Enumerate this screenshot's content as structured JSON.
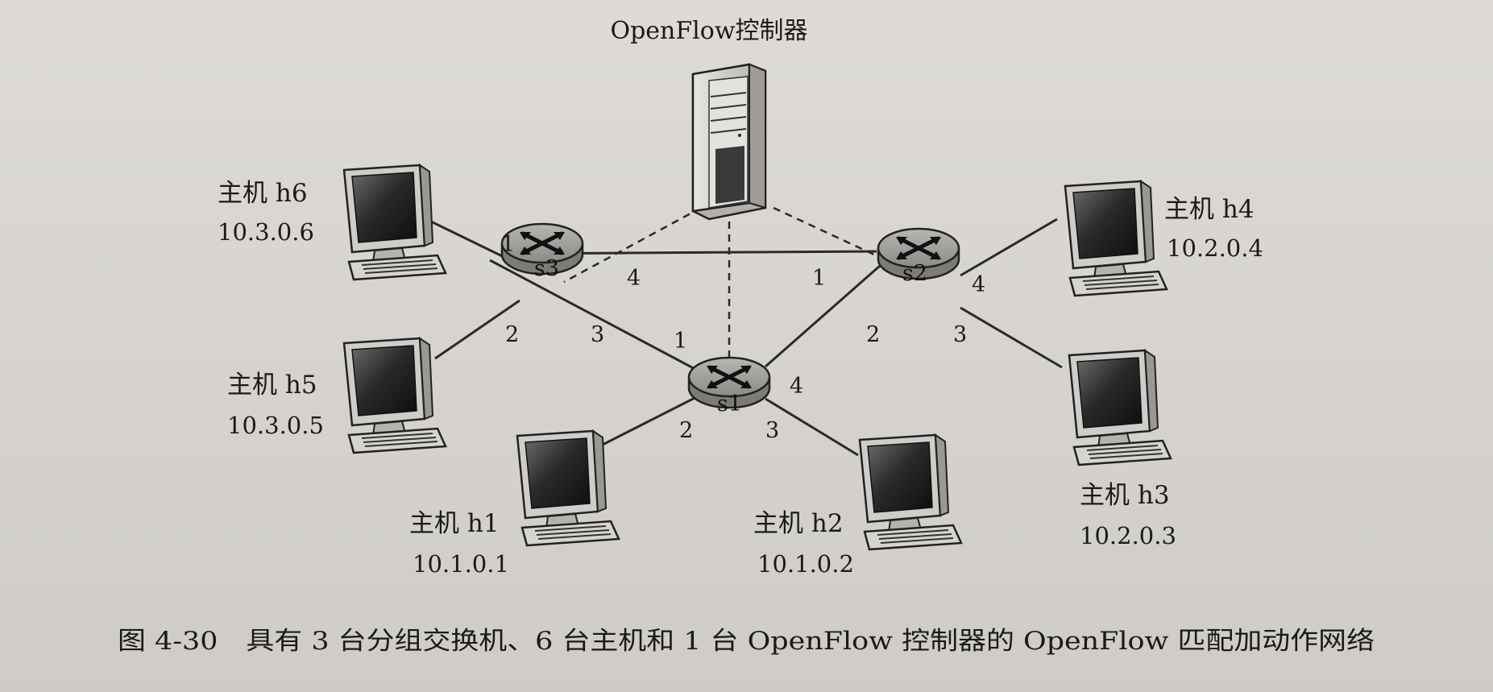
{
  "controller": {
    "label": "OpenFlow控制器"
  },
  "switches": [
    {
      "id": "s1",
      "label": "s1",
      "ports": [
        "1",
        "2",
        "3",
        "4"
      ]
    },
    {
      "id": "s2",
      "label": "s2",
      "ports": [
        "1",
        "2",
        "3",
        "4"
      ]
    },
    {
      "id": "s3",
      "label": "s3",
      "ports": [
        "1",
        "2",
        "3",
        "4"
      ]
    }
  ],
  "hosts": [
    {
      "id": "h1",
      "name": "主机 h1",
      "ip": "10.1.0.1"
    },
    {
      "id": "h2",
      "name": "主机 h2",
      "ip": "10.1.0.2"
    },
    {
      "id": "h3",
      "name": "主机 h3",
      "ip": "10.2.0.3"
    },
    {
      "id": "h4",
      "name": "主机 h4",
      "ip": "10.2.0.4"
    },
    {
      "id": "h5",
      "name": "主机 h5",
      "ip": "10.3.0.5"
    },
    {
      "id": "h6",
      "name": "主机 h6",
      "ip": "10.3.0.6"
    }
  ],
  "caption": "图 4-30　具有 3 台分组交换机、6 台主机和 1 台 OpenFlow 控制器的 OpenFlow 匹配加动作网络"
}
